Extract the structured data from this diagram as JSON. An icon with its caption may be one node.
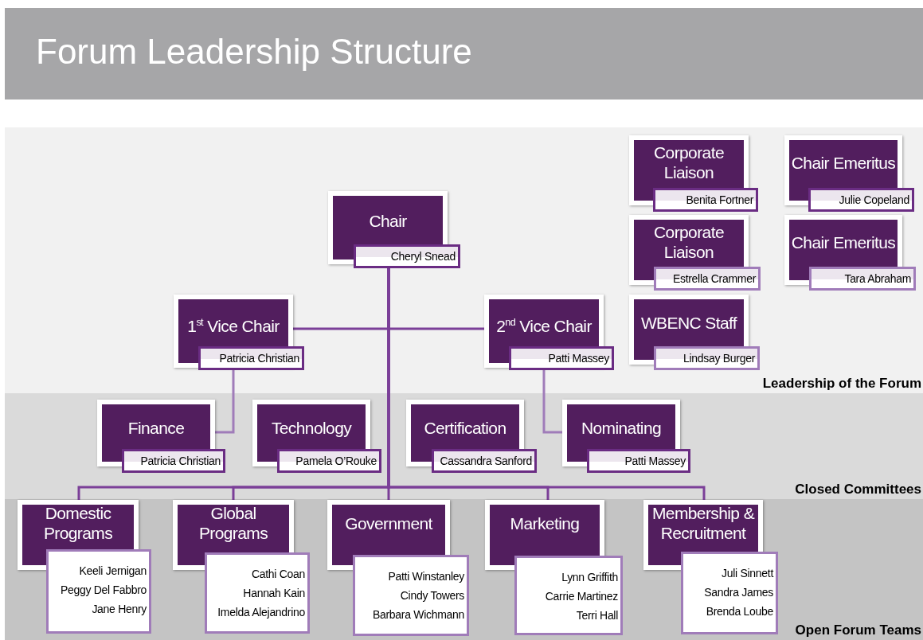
{
  "diagram": {
    "title": "Forum Leadership Structure",
    "nodes": [
      {
        "text": [
          "Leadership of the Forum"
        ]
      },
      {
        "text": [
          "Chair",
          "Cheryl Snead"
        ],
        "in": 0
      },
      {
        "text": [
          "Corporate Liaison",
          "Benita Fortner"
        ],
        "in": 0
      },
      {
        "text": [
          "Chair Emeritus",
          "Julie Copeland"
        ],
        "in": 0
      },
      {
        "text": [
          "Corporate Liaison",
          "Estrella Crammer"
        ],
        "in": 0
      },
      {
        "text": [
          "Chair Emeritus",
          "Tara Abraham"
        ],
        "in": 0
      },
      {
        "text": [
          "1$^{st}$ Vice Chair",
          "Patricia Christian"
        ],
        "in": 0
      },
      {
        "text": [
          "2$^{nd}$ Vice Chair",
          "Patti Massey"
        ],
        "in": 0
      },
      {
        "text": [
          "WBENC Staff",
          "Lindsay Burger"
        ],
        "in": 0
      },
      {
        "text": [
          "Closed Committees"
        ]
      },
      {
        "text": [
          "Finance",
          "Patricia Christian"
        ],
        "in": 9
      },
      {
        "text": [
          "Technology",
          "Pamela O’Rouke"
        ],
        "in": 9
      },
      {
        "text": [
          "Certification",
          "Cassandra Sanford"
        ],
        "in": 9
      },
      {
        "text": [
          "Nominating",
          "Patti Massey"
        ],
        "in": 9
      },
      {
        "text": [
          "Open Forum Teams"
        ]
      },
      {
        "text": [
          "Domestic Programs",
          "Keeli Jernigan",
          "Peggy Del Fabbro",
          "Jane Henry"
        ],
        "in": 14
      },
      {
        "text": [
          "Global Programs",
          "Cathi Coan",
          "Hannah Kain",
          "Imelda Alejandrino"
        ],
        "in": 14
      },
      {
        "text": [
          "Government",
          "Patti Winstanley",
          "Cindy Towers",
          "Barbara Wichmann"
        ],
        "in": 14
      },
      {
        "text": [
          "Marketing",
          "Lynn Griffith",
          "Carrie Martinez",
          "Terri Hall"
        ],
        "in": 14
      },
      {
        "text": [
          "Membership & Recruitment",
          "Juli Sinnett",
          "Sandra James",
          "Brenda Loube"
        ],
        "in": 14
      }
    ],
    "edges": [
      {
        "from": 1,
        "to": 6,
        "arrow": "none"
      },
      {
        "from": 1,
        "to": 7,
        "arrow": "none"
      },
      {
        "from": 6,
        "to": 10,
        "arrow": "none",
        "color": "#a07cb9"
      },
      {
        "from": 7,
        "to": 13,
        "arrow": "none",
        "color": "#a07cb9"
      },
      {
        "from": 1,
        "to": 15,
        "arrow": "none"
      },
      {
        "from": 1,
        "to": 16,
        "arrow": "none"
      },
      {
        "from": 1,
        "to": 17,
        "arrow": "none"
      },
      {
        "from": 1,
        "to": 18,
        "arrow": "none"
      },
      {
        "from": 1,
        "to": 19,
        "arrow": "none"
      }
    ]
  }
}
